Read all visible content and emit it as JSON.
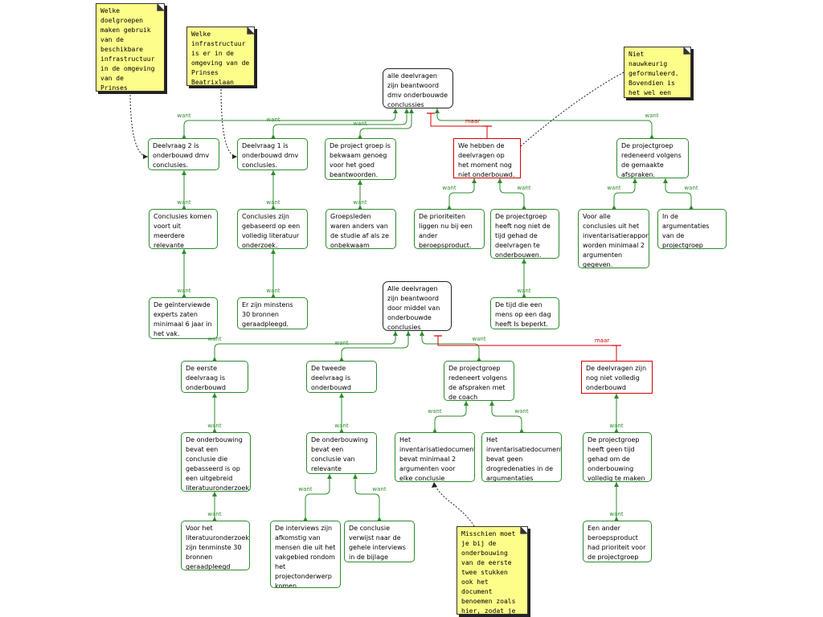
{
  "colors": {
    "support": "#2e8b2e",
    "objection": "#d40000",
    "note_bg": "#fdfd8a",
    "claim_border": "#222222"
  },
  "labels": {
    "want": "want",
    "maar": "maar"
  },
  "notes": [
    {
      "id": "n1",
      "text": "Welke doelgroepen maken gebruik van de beschikbare infrastructuur in de omgeving van de\nPrinses\nBeatrixlaan"
    },
    {
      "id": "n2",
      "text": "Welke infrastructuur is er in de omgeving van de Prinses Beatrixlaan aanwezig?"
    },
    {
      "id": "n3",
      "text": "Niet nauwkeurig geformuleerd. Bovendien is het wel een heel plat bezwaar!"
    },
    {
      "id": "n4",
      "text": "Misschien moet je bij de onderbouwing van de eerste twee stukken ook het document benoemen zoals hier, zodat je een constante behoud"
    }
  ],
  "map1": {
    "claim": "alle deelvragen zijn beantwoord dmv onderbouwde conclussies",
    "nodes": [
      {
        "id": "a1",
        "text": "Deelvraag 2 is onderbouwd dmv conclusies."
      },
      {
        "id": "a2",
        "text": "Deelvraag 1 is onderbouwd dmv conclusies."
      },
      {
        "id": "a3",
        "text": "De project groep is bekwaam genoeg voor het goed beantwoorden."
      },
      {
        "id": "a4",
        "text": "We hebben de deelvragen op het moment nog niet onderbouwd."
      },
      {
        "id": "a5",
        "text": "De projectgroep redeneerd volgens de gemaakte afspraken."
      },
      {
        "id": "a6",
        "text": "Conclusies komen voort uit meerdere relevante interviews."
      },
      {
        "id": "a7",
        "text": "Conclusies zijn gebaseerd op een volledig  literatuur onderzoek."
      },
      {
        "id": "a8",
        "text": "Groepsleden waren anders van de studie af als ze onbekwaam waren."
      },
      {
        "id": "a9",
        "text": "De prioriteiten liggen nu bij een ander beroepsproduct."
      },
      {
        "id": "a10",
        "text": "De projectgroep heeft nog niet de tijd gehad de deelvragen te onderbouwen."
      },
      {
        "id": "a11",
        "text": "Voor alle conclusies uit het inventarisatierapport worden minimaal 2 argumenten gegeven."
      },
      {
        "id": "a12",
        "text": "In de argumentaties van de projectgroep komen geen drogredenen voor."
      },
      {
        "id": "a13",
        "text": "De geïnterviewde experts  zaten minimaal 6 jaar in het vak."
      },
      {
        "id": "a14",
        "text": "Er zijn minstens 30 bronnen geraadpleegd."
      },
      {
        "id": "a15",
        "text": "De tijd die een mens op een dag heeft Is beperkt."
      }
    ]
  },
  "map2": {
    "claim": "Alle deelvragen zijn beantwoord door middel van onderbouwde conclusies",
    "nodes": [
      {
        "id": "b1",
        "text": "De eerste deelvraag is onderbouwd"
      },
      {
        "id": "b2",
        "text": "De tweede deelvraag is onderbouwd"
      },
      {
        "id": "b3",
        "text": "De projectgroep redeneert volgens de afspraken met de coach"
      },
      {
        "id": "b4",
        "text": "De deelvragen zijn nog niet volledig onderbouwd"
      },
      {
        "id": "b5",
        "text": "De onderbouwing bevat een conclusie die gebasseerd is op een uitgebreid literatuuronderzoek"
      },
      {
        "id": "b6",
        "text": "De onderbouwing bevat een conclusie van relevante interviews"
      },
      {
        "id": "b7",
        "text": "Het inventarisatiedocument bevat minimaal 2 argumenten voor elke conclusie"
      },
      {
        "id": "b8",
        "text": "Het inventarisatiedocument bevat geen drogredenaties in de argumentaties"
      },
      {
        "id": "b9",
        "text": "De projectgroep heeft geen tijd gehad om de onderbouwing volledig te maken"
      },
      {
        "id": "b10",
        "text": "Voor het literatuuronderzoek zijn tenminste 30 bronnen geraadpleegd"
      },
      {
        "id": "b11",
        "text": "De interviews zijn afkomstig van mensen die uit het vakgebied rondom het projectonderwerp komen"
      },
      {
        "id": "b12",
        "text": "De conclusie verwijst naar de gehele interviews in de bijlage"
      },
      {
        "id": "b13",
        "text": "Een ander beroepsproduct had prioriteit voor de projectgroep"
      }
    ]
  }
}
